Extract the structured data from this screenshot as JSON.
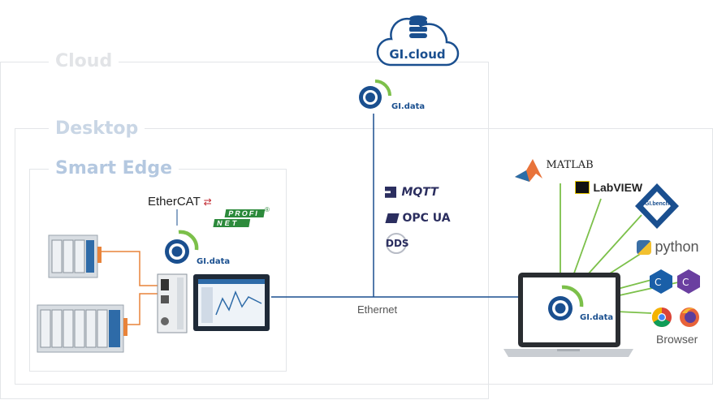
{
  "zones": {
    "cloud": "Cloud",
    "desktop": "Desktop",
    "smart_edge": "Smart Edge"
  },
  "cloud_service": {
    "label": "GI.cloud",
    "icon": "database-icon"
  },
  "gidata_label": "GI.data",
  "protocols": {
    "mqtt": "MQTT",
    "opcua": "OPC UA",
    "dds": "DDS"
  },
  "fieldbus": {
    "ethercat": "EtherCAT",
    "profinet_top": "PROFI",
    "profinet_bottom": "NET"
  },
  "connection_label": "Ethernet",
  "software": {
    "matlab": "MATLAB",
    "labview": "LabVIEW",
    "gibench": "GI.bench",
    "python": "python",
    "browser": "Browser"
  },
  "colors": {
    "brand_blue": "#1a4f8f",
    "accent_green": "#7cc04a",
    "orange_line": "#e8833a",
    "zone_border": "#d8dadd",
    "zone_label_cloud": "#e4e6e8",
    "zone_label_desktop": "#c5d3e3",
    "zone_label_edge": "#b7cce3"
  }
}
